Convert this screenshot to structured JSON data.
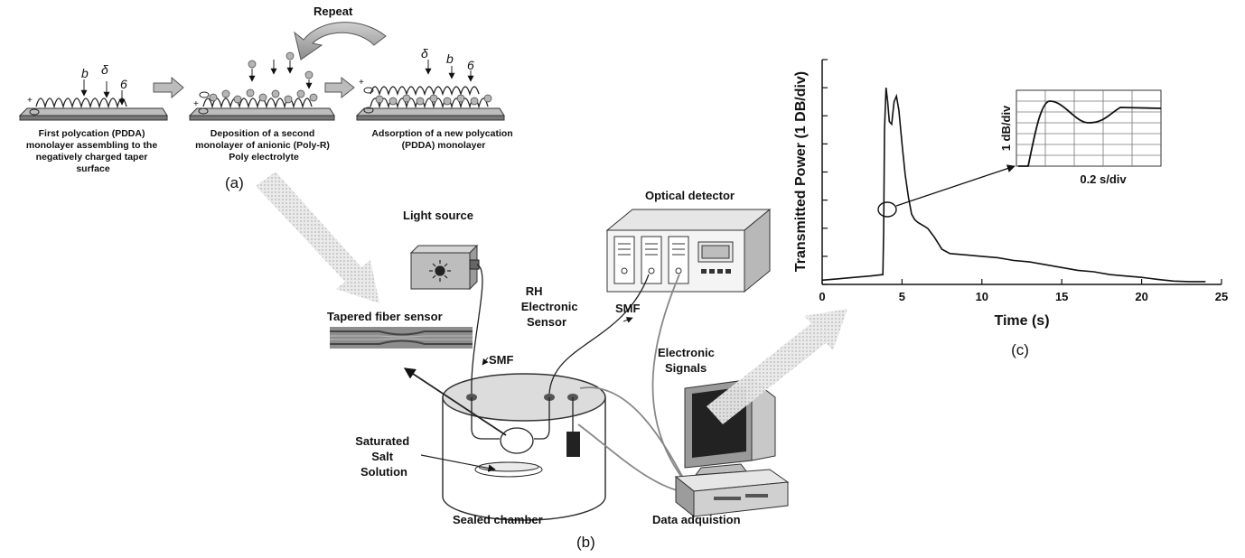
{
  "panel_a": {
    "repeat_label": "Repeat",
    "step1_caption": [
      "First polycation (PDDA)",
      "monolayer assembling to the",
      "negatively charged taper",
      "surface"
    ],
    "step2_caption": [
      "Deposition of a second",
      "monolayer of anionic (Poly-R)",
      "Poly electrolyte"
    ],
    "step3_caption": [
      "Adsorption of a new polycation",
      "(PDDA) monolayer"
    ],
    "panel_label": "(a)"
  },
  "panel_b": {
    "light_source": "Light source",
    "optical_detector": "Optical detector",
    "tapered_fiber_sensor": "Tapered fiber sensor",
    "smf_left": "SMF",
    "smf_right": "SMF",
    "rh_sensor": [
      "RH",
      "Electronic",
      "Sensor"
    ],
    "electronic_signals": [
      "Electronic",
      "Signals"
    ],
    "saturated_salt": [
      "Saturated",
      "Salt",
      "Solution"
    ],
    "sealed_chamber": "Sealed chamber",
    "data_acquisition": "Data adquistion",
    "panel_label": "(b)"
  },
  "panel_c": {
    "panel_label": "(c)",
    "inset": {
      "ylabel": "1 dB/div",
      "xlabel": "0.2 s/div"
    }
  },
  "chart_data": {
    "type": "line",
    "xlabel": "Time (s)",
    "ylabel": "Transmitted Power (1 DB/div)",
    "xlim": [
      0,
      25
    ],
    "ylim": [
      0,
      8
    ],
    "xticks": [
      0,
      5,
      10,
      15,
      20,
      25
    ],
    "grid": false,
    "series": [
      {
        "x": [
          0,
          1,
          2,
          3,
          3.8,
          3.85,
          3.9,
          4.0,
          4.1,
          4.2,
          4.35,
          4.5,
          4.65,
          4.8,
          5.0,
          5.2,
          5.4,
          5.6,
          5.8,
          6.0,
          6.3,
          6.6,
          7.0,
          7.5,
          8,
          9,
          10,
          11,
          12,
          13,
          14,
          15,
          16,
          17,
          18,
          19,
          20,
          21,
          22,
          23,
          24
        ],
        "y": [
          0.15,
          0.2,
          0.25,
          0.3,
          0.35,
          2.0,
          5.5,
          7.0,
          6.5,
          5.8,
          5.7,
          6.5,
          6.7,
          6.2,
          5.0,
          3.9,
          3.1,
          2.5,
          2.3,
          2.2,
          2.1,
          2.0,
          1.7,
          1.25,
          1.1,
          1.05,
          1.0,
          0.95,
          0.85,
          0.8,
          0.7,
          0.6,
          0.5,
          0.45,
          0.35,
          0.3,
          0.25,
          0.18,
          0.12,
          0.1,
          0.1
        ]
      }
    ]
  }
}
